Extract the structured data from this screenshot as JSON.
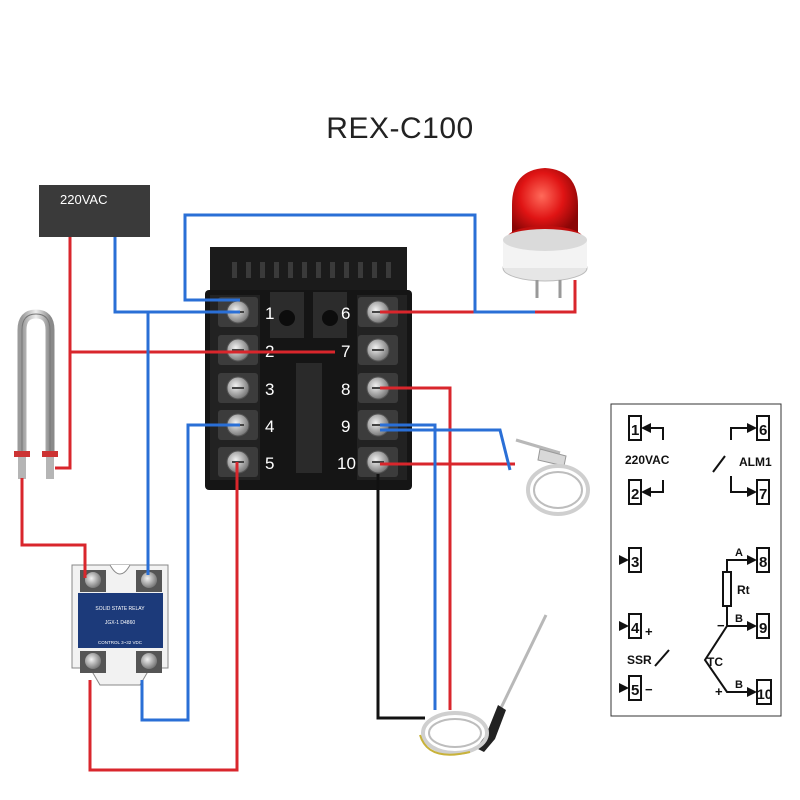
{
  "title": "REX-C100",
  "power_supply": {
    "label": "220VAC"
  },
  "controller": {
    "terminals_left": [
      "1",
      "2",
      "3",
      "4",
      "5"
    ],
    "terminals_right": [
      "6",
      "7",
      "8",
      "9",
      "10"
    ]
  },
  "ssr": {
    "brand": "JGX-1 D4860",
    "name": "SOLID STATE RELAY",
    "input_label": "CONTROL 3~32 VDC"
  },
  "legend": {
    "pin1": "1",
    "pin2": "2",
    "pin3": "3",
    "pin4": "4",
    "pin5": "5",
    "pin6": "6",
    "pin7": "7",
    "pin8": "8",
    "pin9": "9",
    "pin10": "10",
    "supply_label": "220VAC",
    "alarm_label": "ALM1",
    "ssr_label": "SSR",
    "rt_label": "Rt",
    "tc_label": "TC",
    "a_label": "A",
    "b_label_1": "B",
    "b_label_2": "B",
    "plus_ssr": "+",
    "minus_ssr": "−",
    "plus_tc": "+",
    "minus_tc": "−"
  },
  "wire_colors": {
    "red": "#d9262c",
    "blue": "#2a6fd6",
    "black": "#111111"
  }
}
